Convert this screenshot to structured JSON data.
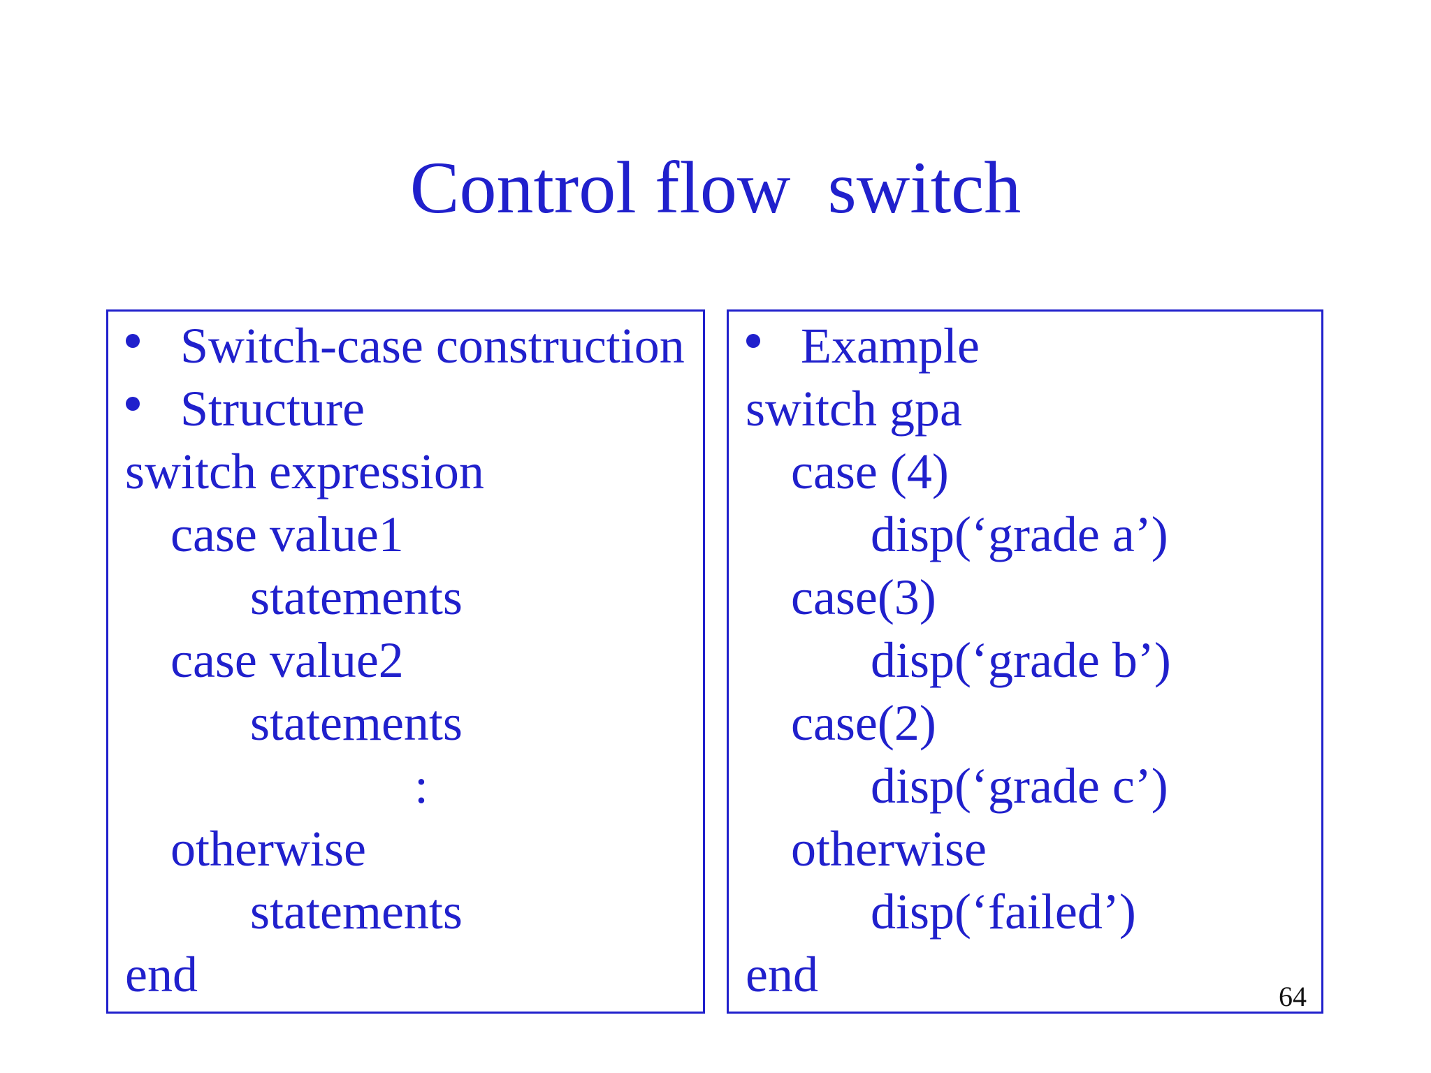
{
  "title": "Control flow  switch",
  "page_number": "64",
  "colors": {
    "accent_blue": "#2020CC",
    "page_number_black": "#111111",
    "background": "#ffffff"
  },
  "left_box": {
    "lines": [
      {
        "type": "bullet",
        "text": "Switch-case construction"
      },
      {
        "type": "bullet",
        "text": "Structure"
      },
      {
        "type": "code",
        "indent": 0,
        "text": "switch expression"
      },
      {
        "type": "code",
        "indent": 1,
        "text": "case value1"
      },
      {
        "type": "code",
        "indent": 2,
        "text": "statements"
      },
      {
        "type": "code",
        "indent": 1,
        "text": "case value2"
      },
      {
        "type": "code",
        "indent": 2,
        "text": "statements"
      },
      {
        "type": "code",
        "indent": 3,
        "text": ":"
      },
      {
        "type": "code",
        "indent": 1,
        "text": "otherwise"
      },
      {
        "type": "code",
        "indent": 2,
        "text": "statements"
      },
      {
        "type": "code",
        "indent": 0,
        "text": "end"
      }
    ]
  },
  "right_box": {
    "lines": [
      {
        "type": "bullet",
        "text": "Example"
      },
      {
        "type": "code",
        "indent": 0,
        "text": "switch gpa"
      },
      {
        "type": "code",
        "indent": 1,
        "text": "case (4)"
      },
      {
        "type": "code",
        "indent": 2,
        "text": "disp(‘grade a’)"
      },
      {
        "type": "code",
        "indent": 1,
        "text": "case(3)"
      },
      {
        "type": "code",
        "indent": 2,
        "text": "disp(‘grade b’)"
      },
      {
        "type": "code",
        "indent": 1,
        "text": "case(2)"
      },
      {
        "type": "code",
        "indent": 2,
        "text": "disp(‘grade c’)"
      },
      {
        "type": "code",
        "indent": 1,
        "text": "otherwise"
      },
      {
        "type": "code",
        "indent": 2,
        "text": "disp(‘failed’)"
      },
      {
        "type": "code",
        "indent": 0,
        "text": "end"
      }
    ]
  }
}
